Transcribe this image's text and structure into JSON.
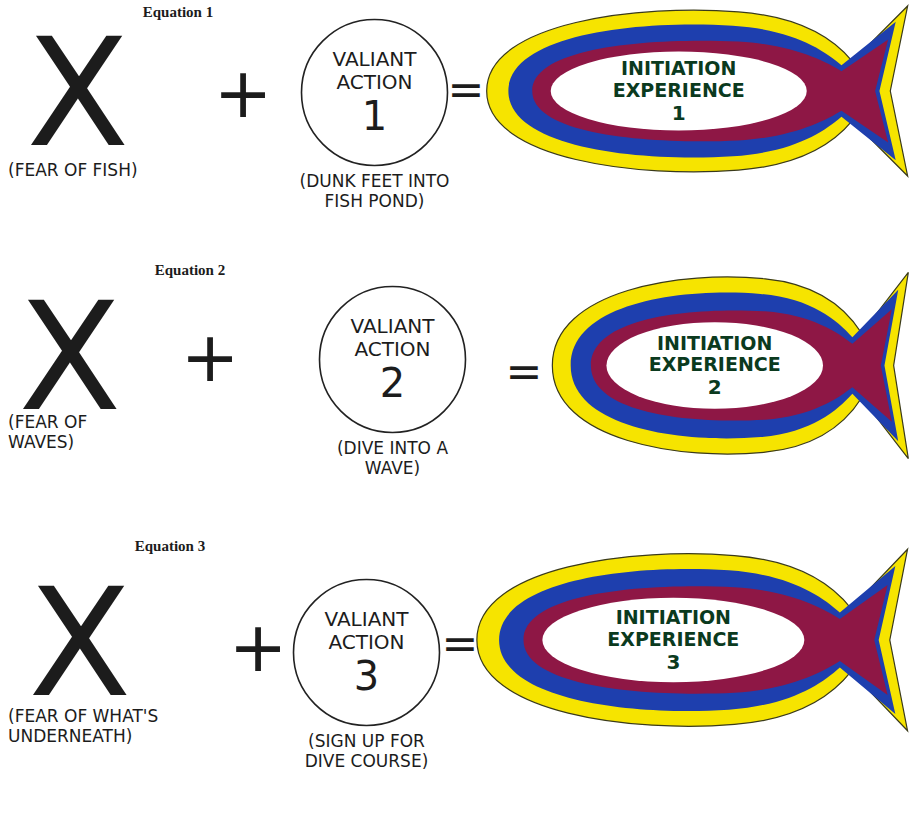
{
  "diagram": {
    "nodes": [
      {
        "text": [
          "VALIANT ACTION",
          "1",
          "(DUNK FEET INTO FISH POND)"
        ]
      },
      {
        "text": [
          "INITIATION EXPERIENCE",
          "1"
        ]
      },
      {
        "text": [
          "VALIANT ACTION",
          "2",
          "(DIVE INTO A WAVE)"
        ]
      },
      {
        "text": [
          "INITIATION EXPERIENCE",
          "2"
        ]
      },
      {
        "text": [
          "VALIANT ACTION",
          "3",
          "(SIGN UP FOR DIVE COURSE)"
        ]
      },
      {
        "text": [
          "INITIATION EXPERIENCE",
          "3"
        ]
      }
    ],
    "labels": [
      "Equation 1",
      "X",
      "(FEAR OF FISH)",
      "+",
      "=",
      "Equation 2",
      "X",
      "(FEAR OF WAVES)",
      "+",
      "=",
      "Equation 3",
      "X",
      "(FEAR OF WHAT'S UNDERNEATH)",
      "+",
      "="
    ]
  }
}
